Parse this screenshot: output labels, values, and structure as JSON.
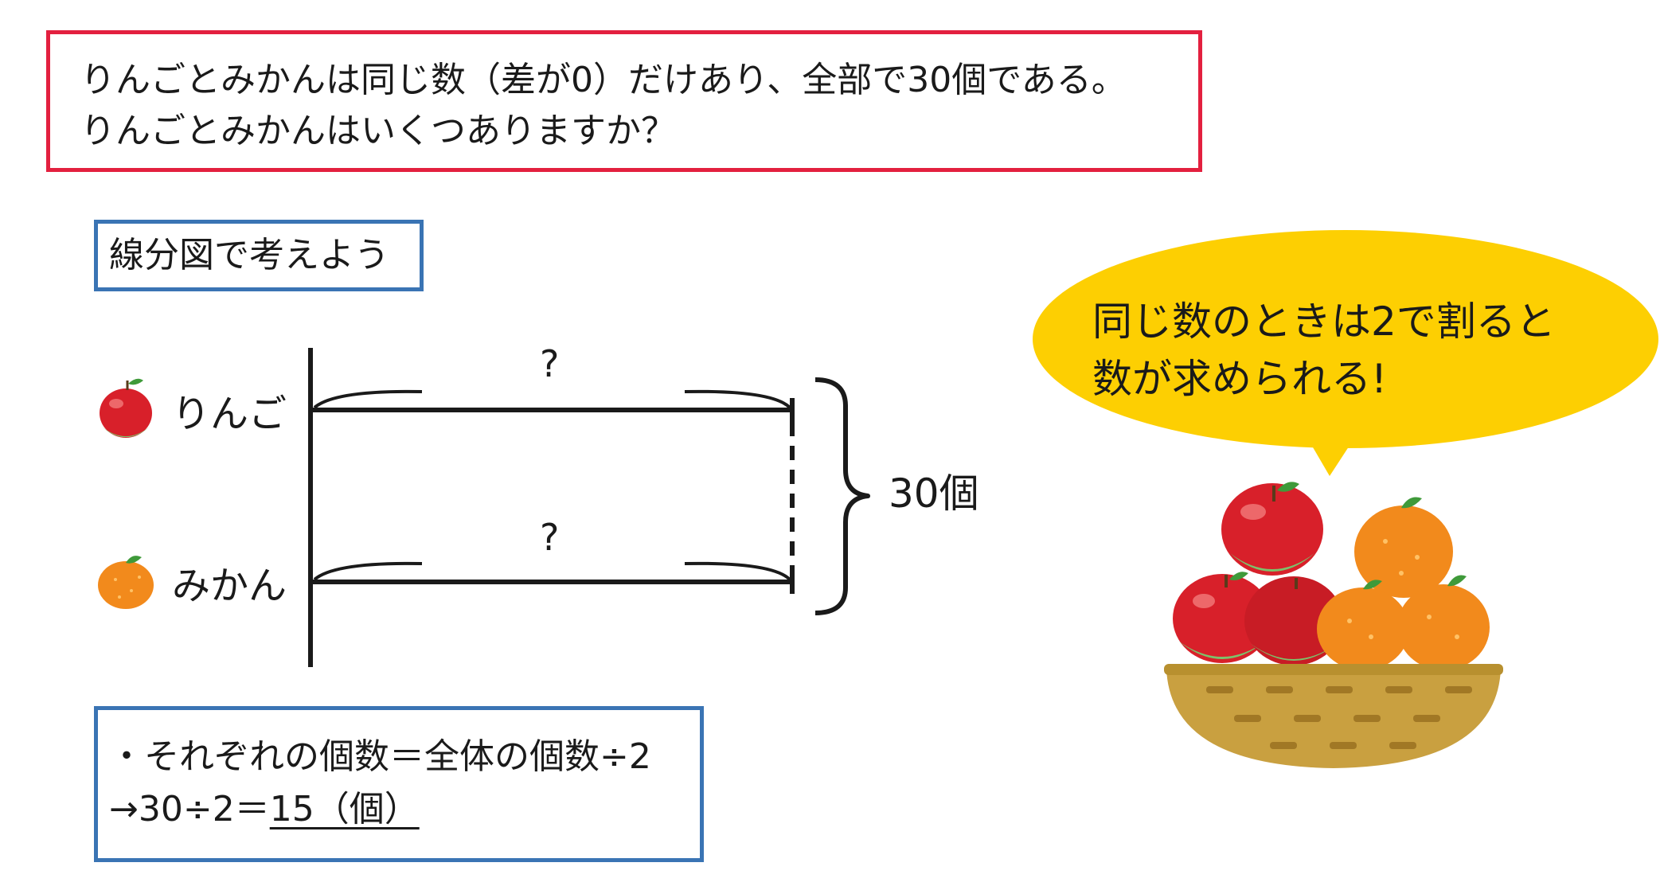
{
  "problem": {
    "line1": "りんごとみかんは同じ数（差が0）だけあり、全部で30個である。",
    "line2": "りんごとみかんはいくつありますか？"
  },
  "diagram": {
    "heading": "線分図で考えよう",
    "rows": [
      {
        "label": "りんご",
        "question": "?",
        "icon": "apple-icon"
      },
      {
        "label": "みかん",
        "question": "?",
        "icon": "mandarin-orange-icon"
      }
    ],
    "total_label": "30個"
  },
  "formula": {
    "line1": "・それぞれの個数＝全体の個数÷2",
    "line2_prefix": "→30÷2＝",
    "line2_answer": "15（個）"
  },
  "speech_bubble": {
    "line1": "同じ数のときは2で割ると",
    "line2": "数が求められる!"
  },
  "colors": {
    "problem_border": "#e3203f",
    "box_border": "#3a74b4",
    "bubble_fill": "#fdcf02",
    "apple_red": "#d8202a",
    "orange": "#f28a1c",
    "basket": "#c9a040"
  }
}
